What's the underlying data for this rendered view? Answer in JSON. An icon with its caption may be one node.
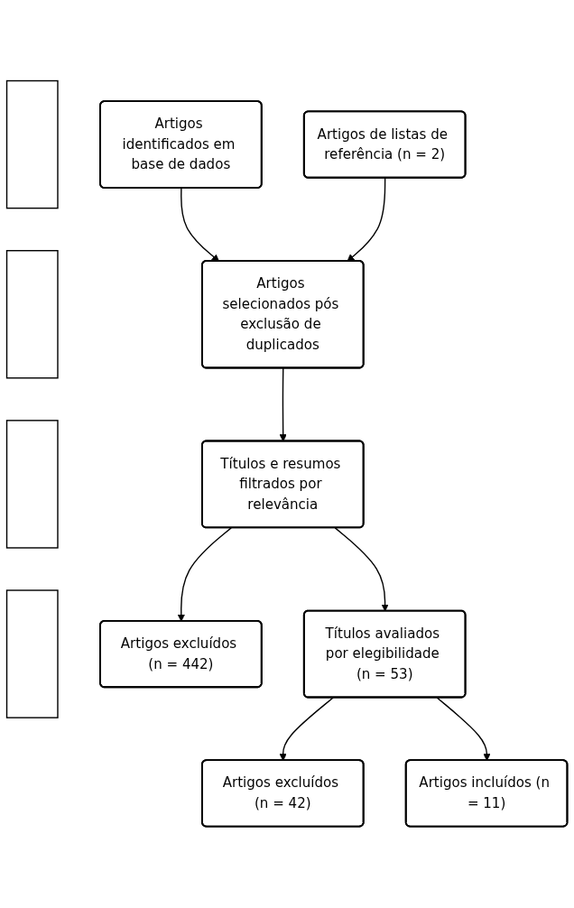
{
  "diagram": {
    "nodes": [
      {
        "text": [
          "Artigos identificados em base de dados"
        ]
      },
      {
        "text": [
          "Artigos de listas de referência (n = 2)"
        ]
      },
      {
        "text": [
          "Artigos selecionados pós exclusão de duplicados"
        ]
      },
      {
        "text": [
          "Títulos e resumos filtrados por relevância"
        ]
      },
      {
        "text": [
          "Artigos excluídos (n = 442)"
        ]
      },
      {
        "text": [
          "Títulos avaliados por elegibilidade (n = 53)"
        ]
      },
      {
        "text": [
          "Artigos excluídos (n = 42)"
        ]
      },
      {
        "text": [
          "Artigos incluídos (n = 11)"
        ]
      },
      {
        "text": [],
        "shape": "bar"
      },
      {
        "text": [],
        "shape": "bar"
      },
      {
        "text": [],
        "shape": "bar"
      },
      {
        "text": [],
        "shape": "bar"
      }
    ],
    "edges": [
      {
        "from": 0,
        "to": 2,
        "arrow": "to"
      },
      {
        "from": 1,
        "to": 2,
        "arrow": "to"
      },
      {
        "from": 2,
        "to": 3,
        "arrow": "to"
      },
      {
        "from": 3,
        "to": 4,
        "arrow": "to"
      },
      {
        "from": 3,
        "to": 5,
        "arrow": "to"
      },
      {
        "from": 5,
        "to": 6,
        "arrow": "to"
      },
      {
        "from": 5,
        "to": 7,
        "arrow": "to"
      }
    ]
  }
}
